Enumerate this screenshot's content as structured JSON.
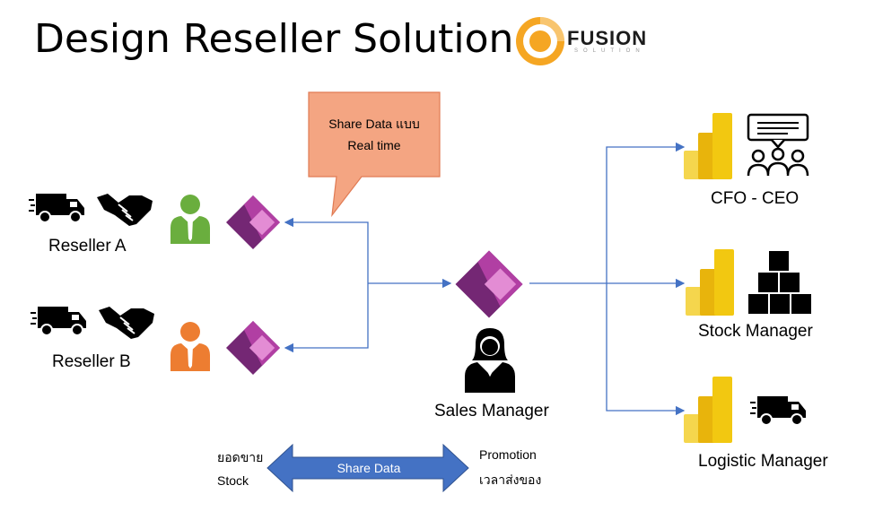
{
  "title": "Design Reseller Solution",
  "logo": {
    "name": "FUSION",
    "sub": "SOLUTION",
    "color": "#F5A623"
  },
  "callout": {
    "line1": "Share Data แบบ",
    "line2": "Real time",
    "fill": "#F4A582",
    "stroke": "#E07B54"
  },
  "resellers": [
    {
      "label": "Reseller A",
      "person_color": "#6AAE3E"
    },
    {
      "label": "Reseller B",
      "person_color": "#ED7D31"
    }
  ],
  "sales_manager": {
    "label": "Sales Manager"
  },
  "consumers": [
    {
      "label": "CFO - CEO",
      "extra_icon": "presentation-audience-icon"
    },
    {
      "label": "Stock Manager",
      "extra_icon": "boxes-stack-icon"
    },
    {
      "label": "Logistic Manager",
      "extra_icon": "delivery-truck-icon"
    }
  ],
  "share_arrow": {
    "label": "Share Data",
    "fill": "#4472C4"
  },
  "share_left": {
    "line1": "ยอดขาย",
    "line2": "Stock"
  },
  "share_right": {
    "line1": "Promotion",
    "line2": "เวลาส่งของ"
  },
  "colors": {
    "connector": "#4472C4",
    "powerapps_dark": "#742774",
    "powerapps_light": "#E38CD4",
    "powerbi": "#F2C811"
  }
}
